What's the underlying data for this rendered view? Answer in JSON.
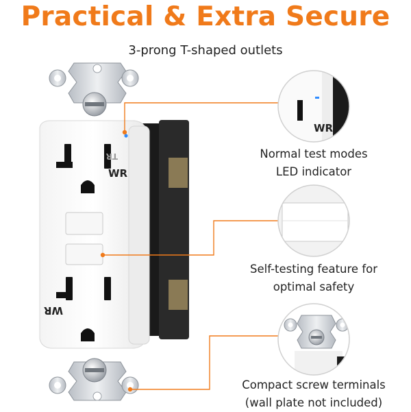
{
  "title": "Practical & Extra Secure",
  "subtitle": "3-prong T-shaped outlets",
  "outlet_marks": {
    "tr": "TR",
    "wr": "WR"
  },
  "callouts": [
    {
      "caption_line1": "Normal test modes",
      "caption_line2": "LED indicator"
    },
    {
      "caption_line1": "Self-testing feature for",
      "caption_line2": "optimal safety"
    },
    {
      "caption_line1": "Compact screw terminals",
      "caption_line2": "(wall plate not included)"
    }
  ],
  "colors": {
    "accent": "#f07a1a",
    "text": "#222222",
    "led": "#2f8cff",
    "body": "#ffffff",
    "housing": "#1a1a1a",
    "strap": "#cfd3d8"
  }
}
